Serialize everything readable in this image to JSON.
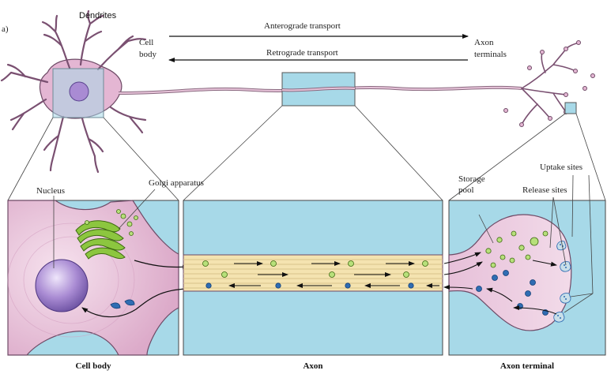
{
  "panel_letter": "a)",
  "labels": {
    "dendrites": "Dendrites",
    "cell_body_top": [
      "Cell",
      "body"
    ],
    "anterograde": "Anterograde transport",
    "retrograde": "Retrograde transport",
    "axon_terminals": [
      "Axon",
      "terminals"
    ],
    "nucleus": "Nucleus",
    "golgi": "Golgi apparatus",
    "storage_pool": [
      "Storage",
      "pool"
    ],
    "uptake_sites": "Uptake sites",
    "release_sites": "Release sites"
  },
  "captions": {
    "cell_body": "Cell body",
    "axon": "Axon",
    "axon_terminal": "Axon terminal"
  },
  "colors": {
    "cell_fill": "#e7bfd8",
    "cell_stroke": "#6e4a66",
    "box_fill": "#a7d9e8",
    "nucleus": "#9b7fc4",
    "golgi": "#8cc63f",
    "vesicle_green": "#b7e07a",
    "vesicle_blue": "#2f6db3",
    "axon_lines": "#f3e7b0"
  }
}
